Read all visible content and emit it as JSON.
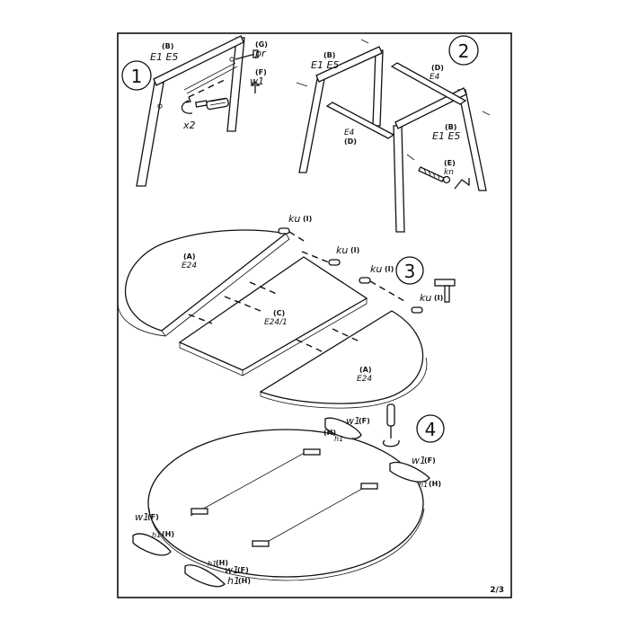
{
  "page": {
    "number": "2/3"
  },
  "steps": [
    {
      "number": "1",
      "labels": {
        "frame_code": "(B)",
        "frame_parts": "E1  E5",
        "bolt_code": "(G)",
        "bolt_name": "pr",
        "screw_code": "(F)",
        "screw_name": "w1",
        "quantity": "x2"
      }
    },
    {
      "number": "2",
      "labels": {
        "frame_left_code": "(B)",
        "frame_left_parts": "E1  E5",
        "rail_top_code": "(D)",
        "rail_top_name": "E4",
        "rail_bottom_name": "E4",
        "rail_bottom_code": "(D)",
        "frame_right_code": "(B)",
        "frame_right_parts": "E1  E5",
        "key_code": "(E)",
        "key_name": "kn"
      }
    },
    {
      "number": "3",
      "labels": {
        "dowel_1": "ku",
        "dowel_1_code": "(I)",
        "dowel_2": "ku",
        "dowel_2_code": "(I)",
        "dowel_3": "ku",
        "dowel_3_code": "(I)",
        "dowel_4": "ku",
        "dowel_4_code": "(I)",
        "left_leaf_code": "(A)",
        "left_leaf_name": "E24",
        "center_code": "(C)",
        "center_name": "E24/1",
        "right_leaf_code": "(A)",
        "right_leaf_name": "E24"
      }
    },
    {
      "number": "4",
      "labels": {
        "top_screw_name": "w1",
        "top_screw_code": "(F)",
        "top_hinge_code": "(H)",
        "top_hinge_name": "h1",
        "right_screw_name": "w1",
        "right_screw_code": "(F)",
        "right_hinge_name": "h1",
        "right_hinge_code": "(H)",
        "left_screw_name": "w1",
        "left_screw_code": "(F)",
        "left_hinge_name": "h1",
        "left_hinge_code": "(H)",
        "bottom_hinge_small": "h1",
        "bottom_hinge_small_code": "(H)",
        "bottom_screw_name": "w1",
        "bottom_screw_code": "(F)",
        "bottom_hinge_name": "h1",
        "bottom_hinge_code": "(H)"
      }
    }
  ],
  "icons": [
    "screwdriver-icon",
    "hammer-icon",
    "crank-key-icon",
    "rotate-arrow-icon",
    "screw-icon",
    "bolt-icon",
    "dowel-icon",
    "hinge-bracket-icon"
  ]
}
